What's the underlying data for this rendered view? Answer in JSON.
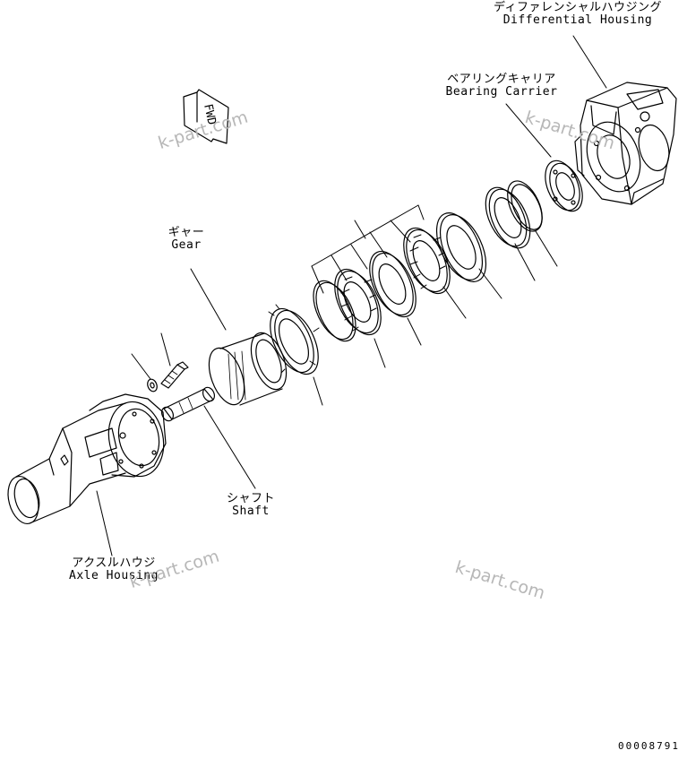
{
  "labels": {
    "differential_housing": {
      "ja": "ディファレンシャルハウジング",
      "en": "Differential Housing"
    },
    "bearing_carrier": {
      "ja": "ベアリングキャリア",
      "en": "Bearing Carrier"
    },
    "gear": {
      "ja": "ギャー",
      "en": "Gear"
    },
    "shaft": {
      "ja": "シャフト",
      "en": "Shaft"
    },
    "axle_housing": {
      "ja": "アクスルハウジ",
      "en": "Axle Housing"
    }
  },
  "fwd_marker": "FWD",
  "watermark": "k-part.com",
  "part_number": "00008791",
  "colors": {
    "line": "#000000",
    "watermark": "#b7b7b7",
    "background": "#ffffff"
  }
}
